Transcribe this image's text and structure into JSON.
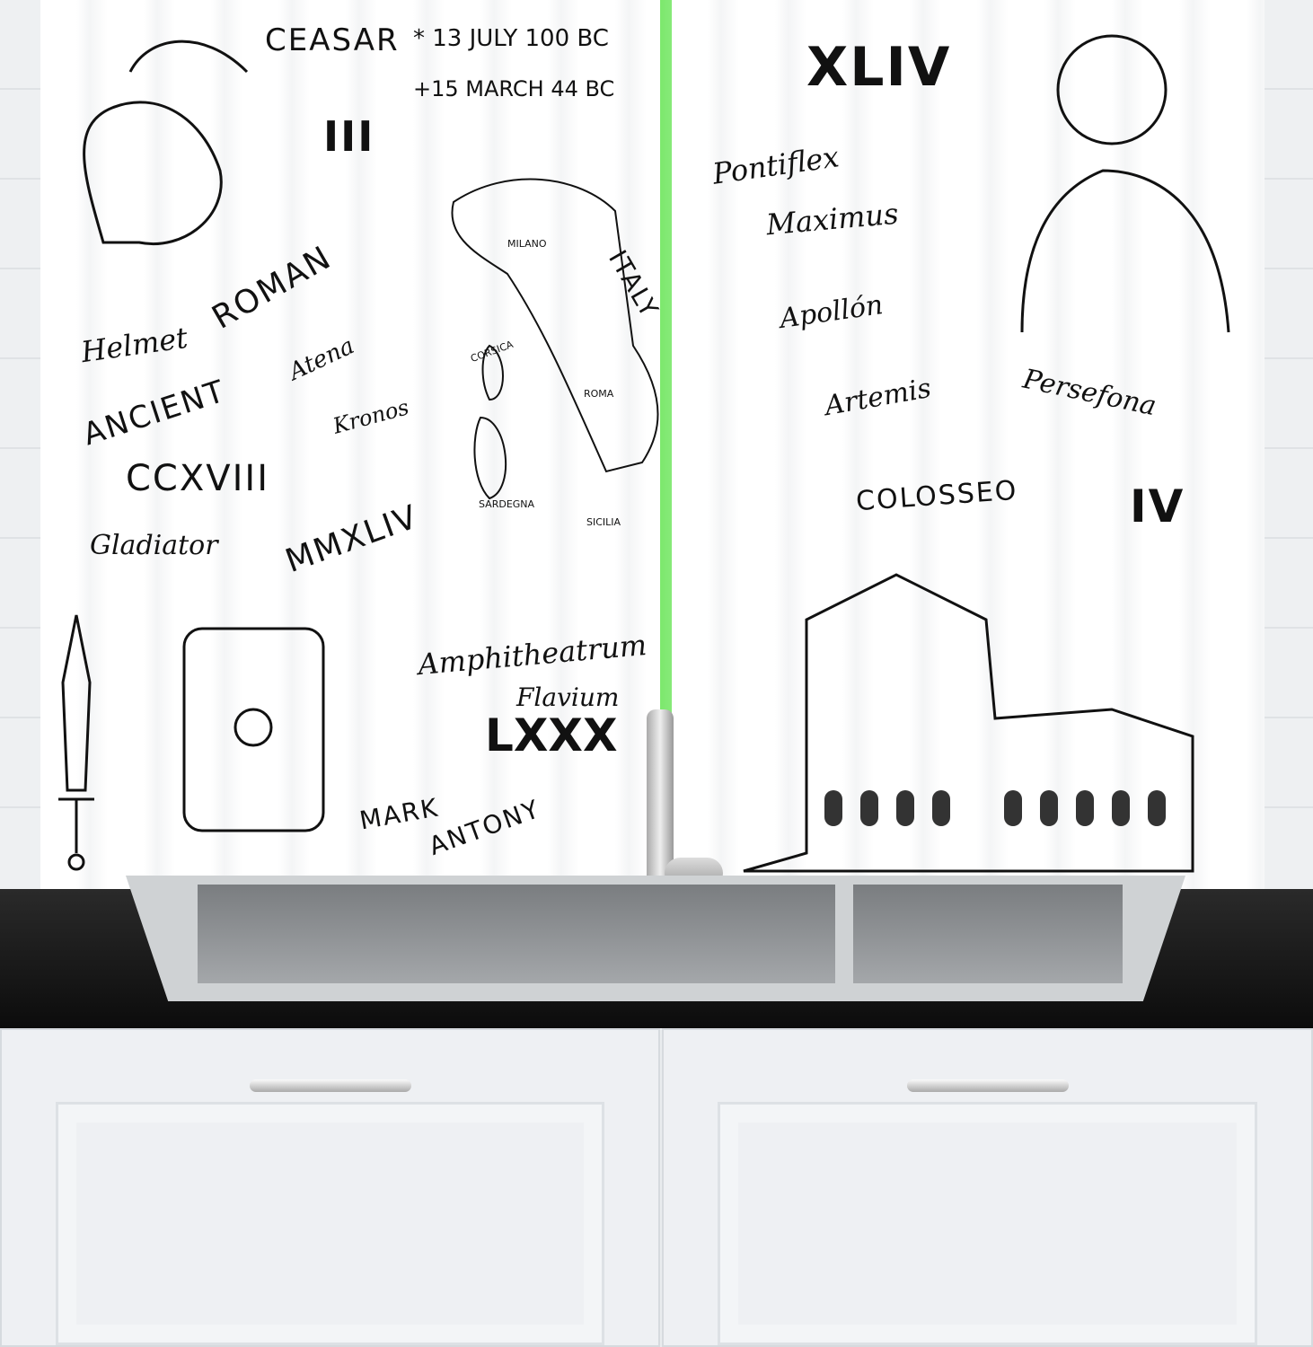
{
  "curtain_left": {
    "texts": [
      "CEASAR",
      "* 13 JULY 100 BC",
      "+15 MARCH 44 BC",
      "III",
      "Helmet",
      "ROMAN",
      "ANCIENT",
      "Atena",
      "Kronos",
      "CCXVIII",
      "Gladiator",
      "MMXLIV",
      "Amphitheatrum",
      "Flavium",
      "LXXX",
      "MARK",
      "ANTONY"
    ],
    "map_labels": [
      "MILANO",
      "CORSICA",
      "ROMA",
      "SARDEGNA",
      "SICILIA",
      "ITALY"
    ]
  },
  "curtain_right": {
    "texts": [
      "XLIV",
      "Pontiflex",
      "Maximus",
      "Apollón",
      "Artemis",
      "Persefona",
      "COLOSSEO",
      "IV"
    ]
  },
  "colors": {
    "window": "#7de86e",
    "counter": "#111111",
    "curtain": "#ffffff",
    "ink": "#111111"
  }
}
